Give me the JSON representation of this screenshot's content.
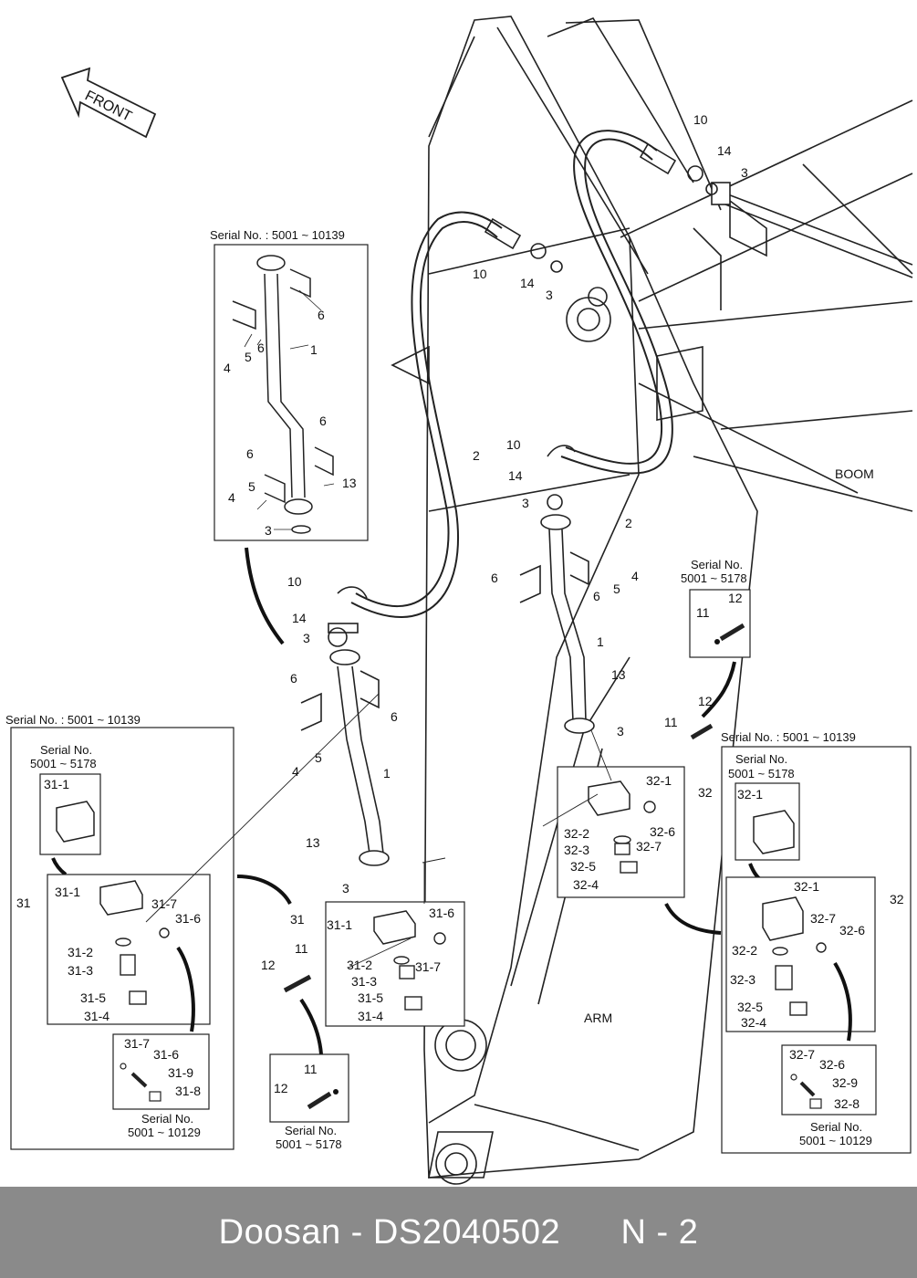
{
  "labels": {
    "front": "FRONT",
    "boom": "BOOM",
    "arm": "ARM"
  },
  "serial": {
    "s1": "Serial No. : 5001 ~ 10139",
    "s2": "Serial No. : 5001 ~ 10139",
    "s3": "Serial No. : 5001 ~ 10139",
    "short_head": "Serial No.",
    "range_5178": "5001 ~ 5178",
    "range_10129": "5001 ~ 10129",
    "inline_5178": "Serial No. : 5001 ~ 5178"
  },
  "parts": {
    "p1": "1",
    "p2": "2",
    "p3": "3",
    "p4": "4",
    "p5": "5",
    "p6": "6",
    "p10": "10",
    "p11": "11",
    "p12": "12",
    "p13": "13",
    "p14": "14",
    "p31": "31",
    "p31_1": "31-1",
    "p31_2": "31-2",
    "p31_3": "31-3",
    "p31_4": "31-4",
    "p31_5": "31-5",
    "p31_6": "31-6",
    "p31_7": "31-7",
    "p31_8": "31-8",
    "p31_9": "31-9",
    "p32": "32",
    "p32_1": "32-1",
    "p32_2": "32-2",
    "p32_3": "32-3",
    "p32_4": "32-4",
    "p32_5": "32-5",
    "p32_6": "32-6",
    "p32_7": "32-7",
    "p32_8": "32-8",
    "p32_9": "32-9"
  },
  "footer": {
    "brand": "Doosan",
    "part_number": "DS2040502",
    "page": "N - 2"
  }
}
